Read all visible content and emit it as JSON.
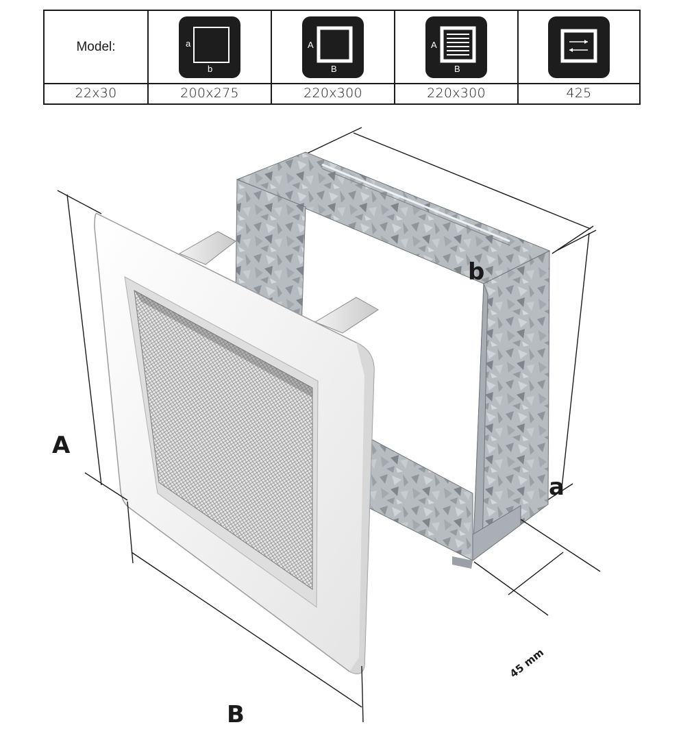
{
  "table": {
    "header_label": "Model:",
    "columns": [
      {
        "icon": "cutout-size-icon",
        "letter_side": "a",
        "letter_bottom": "b",
        "value": "200x275"
      },
      {
        "icon": "frame-size-icon",
        "letter_side": "A",
        "letter_bottom": "B",
        "value": "220x300"
      },
      {
        "icon": "louvre-grille-size-icon",
        "letter_side": "A",
        "letter_bottom": "B",
        "value": "220x300"
      },
      {
        "icon": "airflow-area-icon",
        "value": "425"
      }
    ],
    "model_value": "22x30"
  },
  "diagram": {
    "label_b": "b",
    "label_a": "a",
    "label_A": "A",
    "label_B": "B",
    "depth_label": "45 mm"
  },
  "colors": {
    "ink": "#1a1a1a",
    "icon_bg": "#1d1d1d",
    "galvanized": "#b9bec3",
    "grille_white": "#f4f4f4",
    "mesh": "#9a9a9a"
  }
}
